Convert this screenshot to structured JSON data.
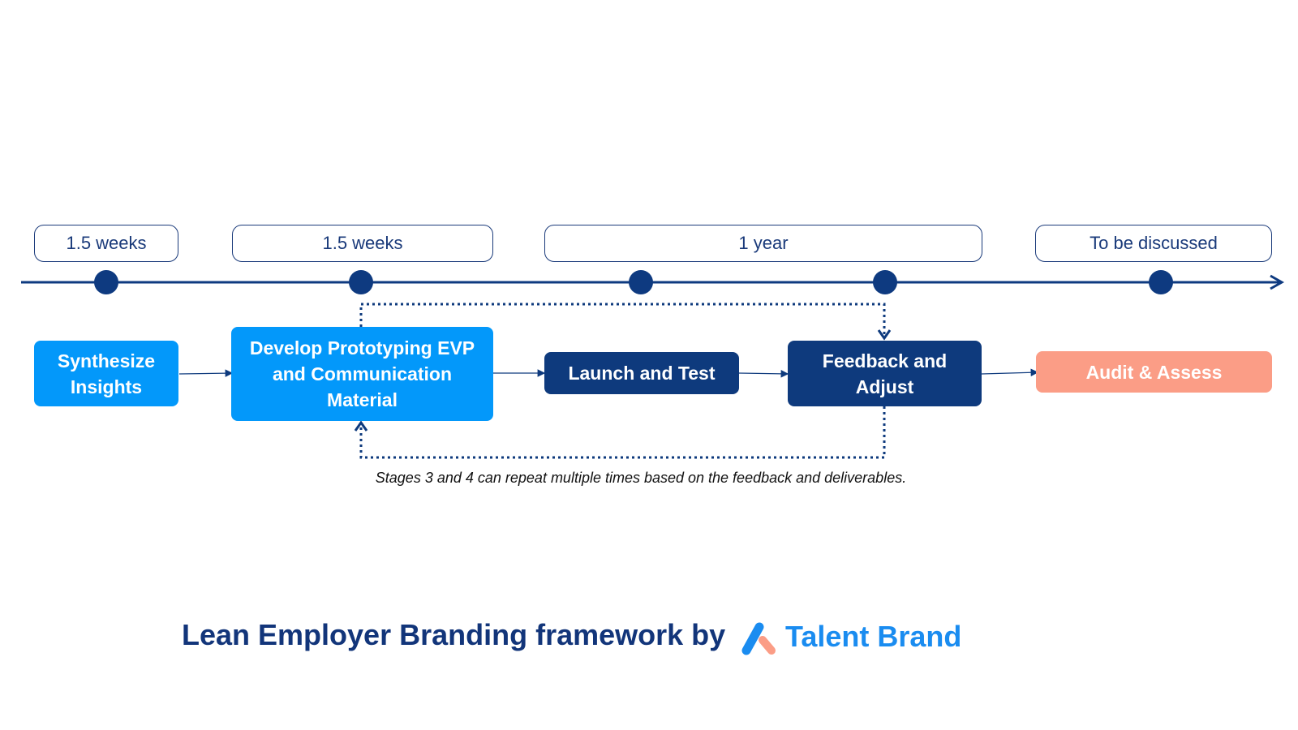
{
  "timeline": {
    "durations": [
      "1.5 weeks",
      "1.5 weeks",
      "1 year",
      "To be discussed"
    ]
  },
  "stages": [
    {
      "label": "Synthesize Insights"
    },
    {
      "label": "Develop Prototyping EVP and Communication Material"
    },
    {
      "label": "Launch and Test"
    },
    {
      "label": "Feedback and Adjust"
    },
    {
      "label": "Audit & Assess"
    }
  ],
  "loop_note": "Stages 3 and 4 can repeat multiple times based on the feedback and deliverables.",
  "footer": {
    "title": "Lean Employer Branding framework by",
    "brand_name": "Talent Brand"
  },
  "colors": {
    "navy": "#0e3a7d",
    "bright_blue": "#0398fa",
    "coral": "#fb9d86",
    "brand_blue": "#1a8cf0"
  },
  "icons": [
    "talent-brand-logo-icon",
    "arrow-right-icon"
  ]
}
